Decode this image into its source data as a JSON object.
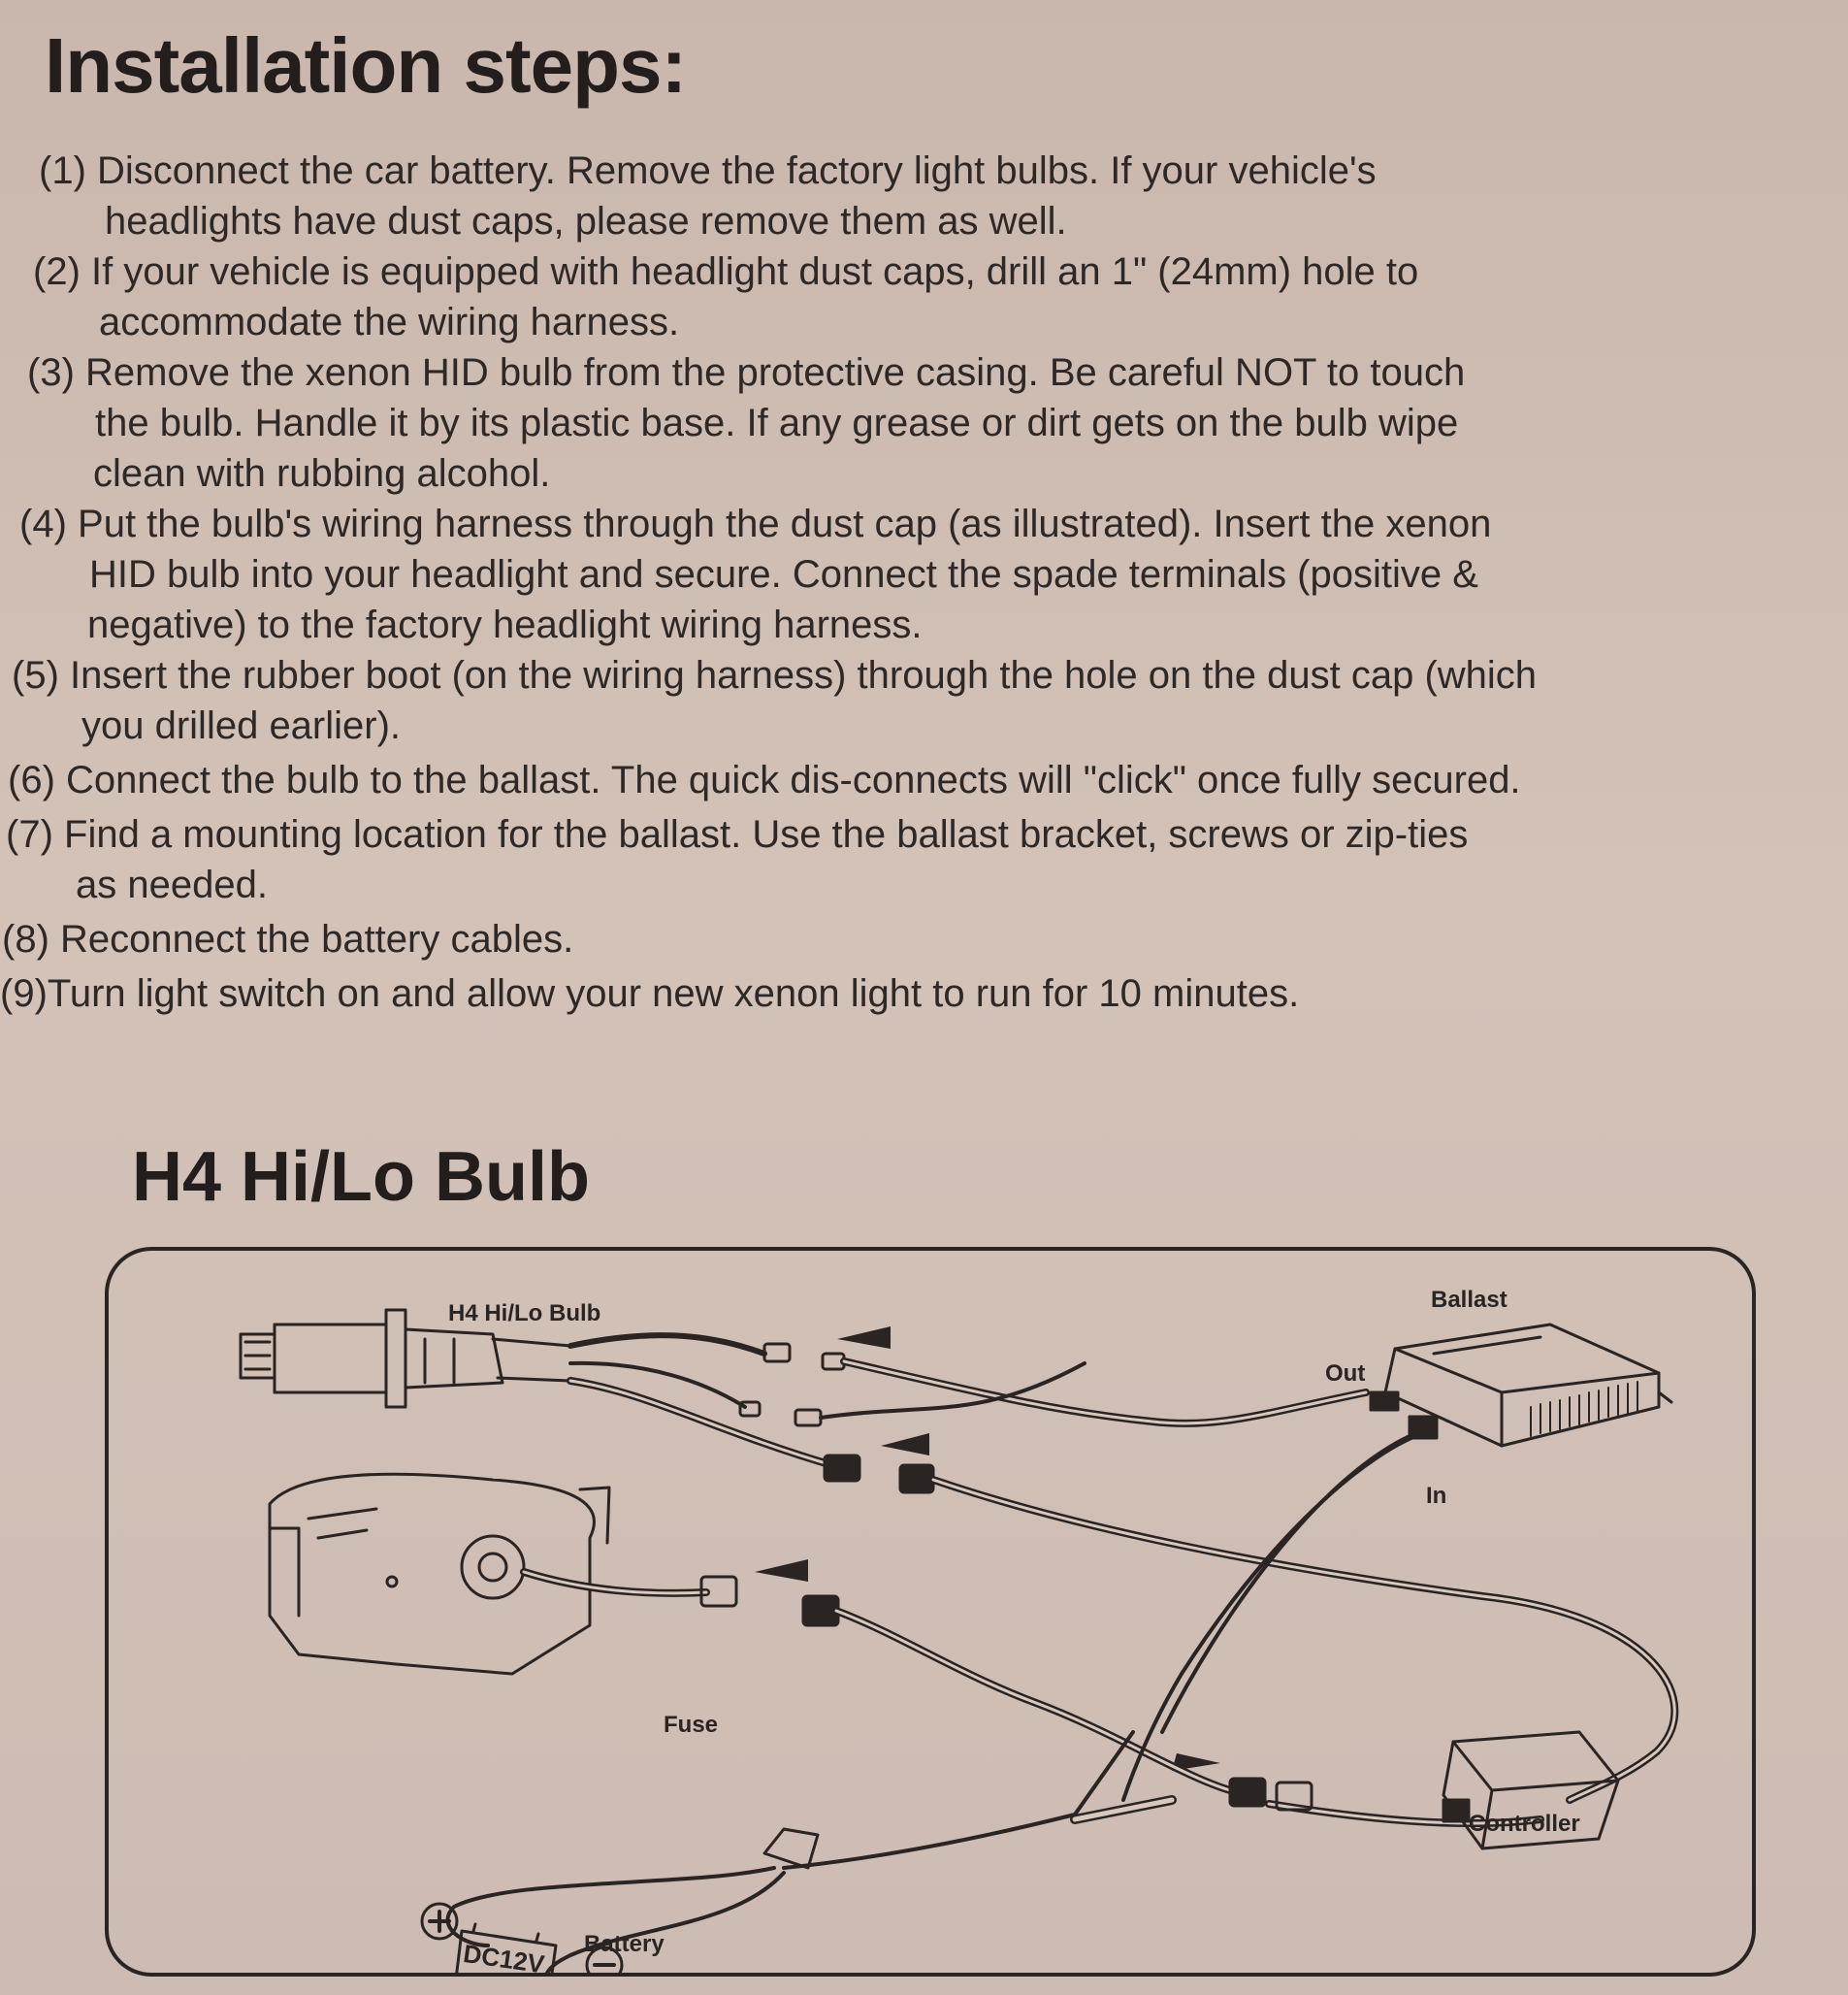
{
  "document": {
    "title": "Installation steps:",
    "steps": [
      {
        "number": "(1)",
        "lines": [
          "Disconnect the car battery. Remove the factory light bulbs. If your vehicle's",
          "headlights have dust caps, please remove them as well."
        ]
      },
      {
        "number": "(2)",
        "lines": [
          "If your vehicle is equipped with headlight dust caps, drill an 1\" (24mm) hole to",
          "accommodate the wiring harness."
        ]
      },
      {
        "number": "(3)",
        "lines": [
          "Remove the xenon HID bulb from the protective casing. Be careful NOT to touch",
          "the bulb. Handle it by its plastic base. If any grease or dirt gets on the bulb wipe",
          "clean with rubbing alcohol."
        ]
      },
      {
        "number": "(4)",
        "lines": [
          "Put the bulb's wiring harness through the dust cap (as illustrated). Insert the xenon",
          "HID bulb into your headlight and secure. Connect the spade terminals (positive &",
          "negative) to the factory headlight wiring harness."
        ]
      },
      {
        "number": "(5)",
        "lines": [
          "Insert the rubber boot (on the wiring harness) through the hole on the dust cap (which",
          "you drilled earlier)."
        ]
      },
      {
        "number": "(6)",
        "lines": [
          "Connect the bulb to the ballast. The quick dis-connects will \"click\" once fully secured."
        ]
      },
      {
        "number": "(7)",
        "lines": [
          "Find a mounting location for the ballast. Use the ballast bracket, screws or zip-ties",
          "as needed."
        ]
      },
      {
        "number": "(8)",
        "lines": [
          "Reconnect the battery cables."
        ]
      },
      {
        "number": "(9)",
        "lines": [
          "Turn light switch on and allow your new xenon light to run for 10 minutes."
        ]
      }
    ],
    "subtitle": "H4 Hi/Lo Bulb"
  },
  "diagram": {
    "labels": {
      "bulb": "H4 Hi/Lo Bulb",
      "ballast": "Ballast",
      "out": "Out",
      "in": "In",
      "fuse": "Fuse",
      "controller": "Controller",
      "battery": "Battery",
      "battery_voltage": "DC12V",
      "plus_sign": "+",
      "minus_sign": "−"
    },
    "colors": {
      "ink": "#2a2422",
      "wire_fill": "#d8c8be"
    }
  }
}
